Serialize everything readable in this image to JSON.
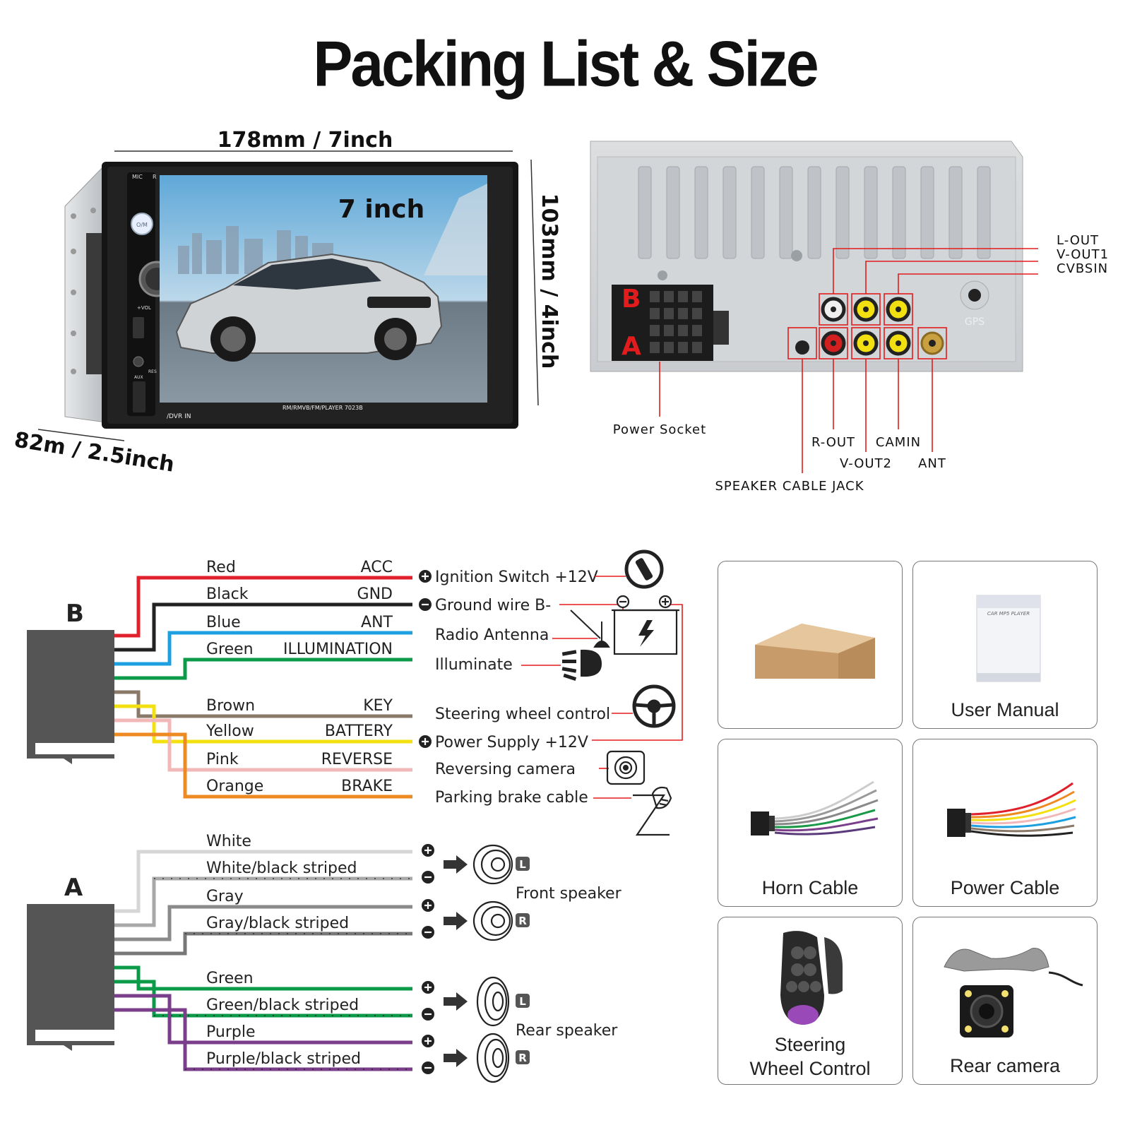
{
  "title": "Packing List & Size",
  "dimensions": {
    "width": "178mm / 7inch",
    "height": "103mm / 4inch",
    "depth": "82m / 2.5inch",
    "screen": "7 inch",
    "model": "RM/RMVB/FM/PLAYER 7023B",
    "dvr": "/DVR IN",
    "button_labels": [
      "MIC",
      "R",
      "O/M",
      "+VOL",
      "RES",
      "AUX"
    ]
  },
  "rear_panel": {
    "connector_b": "B",
    "connector_a": "A",
    "gps": "GPS",
    "callouts": {
      "l_out": "L-OUT",
      "v_out1": "V-OUT1",
      "cvbsin": "CVBSIN",
      "power_socket": "Power Socket",
      "r_out": "R-OUT",
      "camin": "CAMIN",
      "v_out2": "V-OUT2",
      "ant": "ANT",
      "speaker_cable_jack": "SPEAKER CABLE JACK"
    }
  },
  "harness_b": {
    "label": "B",
    "wires": [
      {
        "color": "Red",
        "function": "ACC",
        "hex": "#e0202a",
        "target": "Ignition Switch +12V",
        "polarity": "+"
      },
      {
        "color": "Black",
        "function": "GND",
        "hex": "#222222",
        "target": "Ground wire B-",
        "polarity": "-"
      },
      {
        "color": "Blue",
        "function": "ANT",
        "hex": "#1ea0e0",
        "target": "Radio Antenna"
      },
      {
        "color": "Green",
        "function": "ILLUMINATION",
        "hex": "#0a9a48",
        "target": "Illuminate"
      },
      {
        "color": "Brown",
        "function": "KEY",
        "hex": "#8a7868",
        "target": "Steering wheel control"
      },
      {
        "color": "Yellow",
        "function": "BATTERY",
        "hex": "#f2e010",
        "target": "Power Supply +12V",
        "polarity": "+"
      },
      {
        "color": "Pink",
        "function": "REVERSE",
        "hex": "#f2b8b8",
        "target": "Reversing camera"
      },
      {
        "color": "Orange",
        "function": "BRAKE",
        "hex": "#ee8a22",
        "target": "Parking brake cable"
      }
    ]
  },
  "harness_a": {
    "label": "A",
    "wires": [
      {
        "color": "White",
        "hex": "#d6d6d6",
        "polarity": "+"
      },
      {
        "color": "White/black striped",
        "hex": "#a8a8a8",
        "polarity": "-"
      },
      {
        "color": "Gray",
        "hex": "#8a8a8a",
        "polarity": "+"
      },
      {
        "color": "Gray/black striped",
        "hex": "#777777",
        "polarity": "-"
      },
      {
        "color": "Green",
        "hex": "#0a9a48",
        "polarity": "+"
      },
      {
        "color": "Green/black striped",
        "hex": "#0a9a48",
        "polarity": "-"
      },
      {
        "color": "Purple",
        "hex": "#7a3e8a",
        "polarity": "+"
      },
      {
        "color": "Purple/black striped",
        "hex": "#7a3e8a",
        "polarity": "-"
      }
    ],
    "front_speaker": "Front speaker",
    "rear_speaker": "Rear speaker",
    "left": "L",
    "right": "R"
  },
  "packing_list": [
    {
      "name": "",
      "icon": "box-icon"
    },
    {
      "name": "User Manual",
      "icon": "manual-icon",
      "manual_text": "CAR MP5 PLAYER"
    },
    {
      "name": "Horn Cable",
      "icon": "horn-cable-icon"
    },
    {
      "name": "Power Cable",
      "icon": "power-cable-icon"
    },
    {
      "name_line1": "Steering",
      "name_line2": "Wheel Control",
      "icon": "steering-remote-icon"
    },
    {
      "name": "Rear camera",
      "icon": "rear-camera-icon"
    }
  ]
}
